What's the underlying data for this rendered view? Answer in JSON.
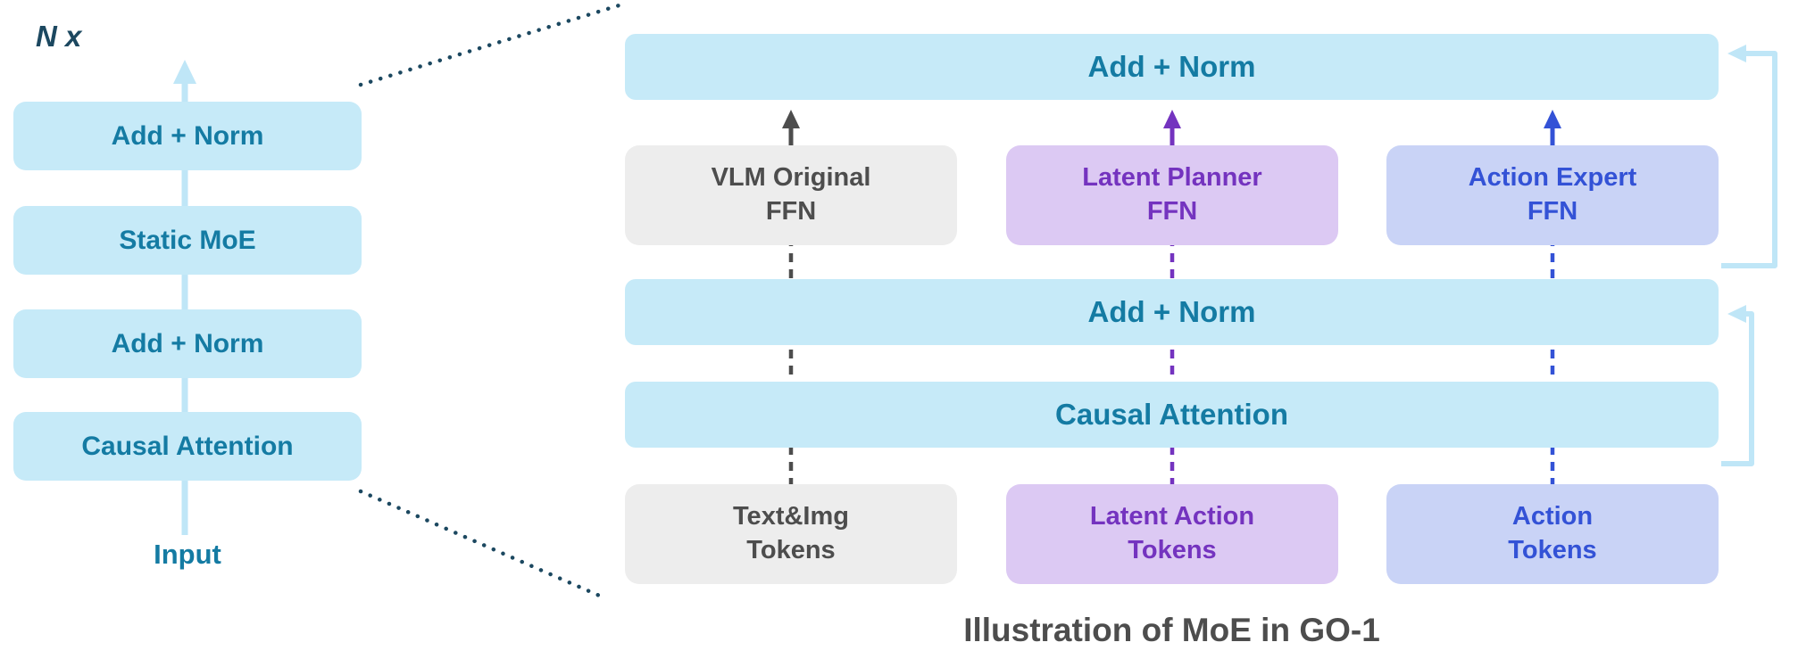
{
  "colors": {
    "light_blue": "#C6EAF8",
    "teal_text": "#147BA3",
    "gray_box": "#EDEDED",
    "gray_text": "#4D4D4D",
    "purple_box": "#DCC9F3",
    "purple_text": "#7433BF",
    "periwinkle_box": "#C9D3F6",
    "blue_text": "#3352D6",
    "residual_line": "#BFE6F7",
    "callout_line": "#1C4860",
    "caption_text": "#4D4D4D"
  },
  "left_panel": {
    "repeat_label": "N x",
    "blocks": [
      {
        "label": "Add + Norm"
      },
      {
        "label": "Static MoE"
      },
      {
        "label": "Add + Norm"
      },
      {
        "label": "Causal Attention"
      }
    ],
    "input_label": "Input"
  },
  "right_panel": {
    "add_norm_top": "Add + Norm",
    "add_norm_mid": "Add + Norm",
    "causal_attention": "Causal Attention",
    "experts": [
      {
        "line1": "VLM Original",
        "line2": "FFN"
      },
      {
        "line1": "Latent Planner",
        "line2": "FFN"
      },
      {
        "line1": "Action Expert",
        "line2": "FFN"
      }
    ],
    "tokens": [
      {
        "line1": "Text&Img",
        "line2": "Tokens"
      },
      {
        "line1": "Latent Action",
        "line2": "Tokens"
      },
      {
        "line1": "Action",
        "line2": "Tokens"
      }
    ]
  },
  "caption": "Illustration of MoE in GO-1"
}
